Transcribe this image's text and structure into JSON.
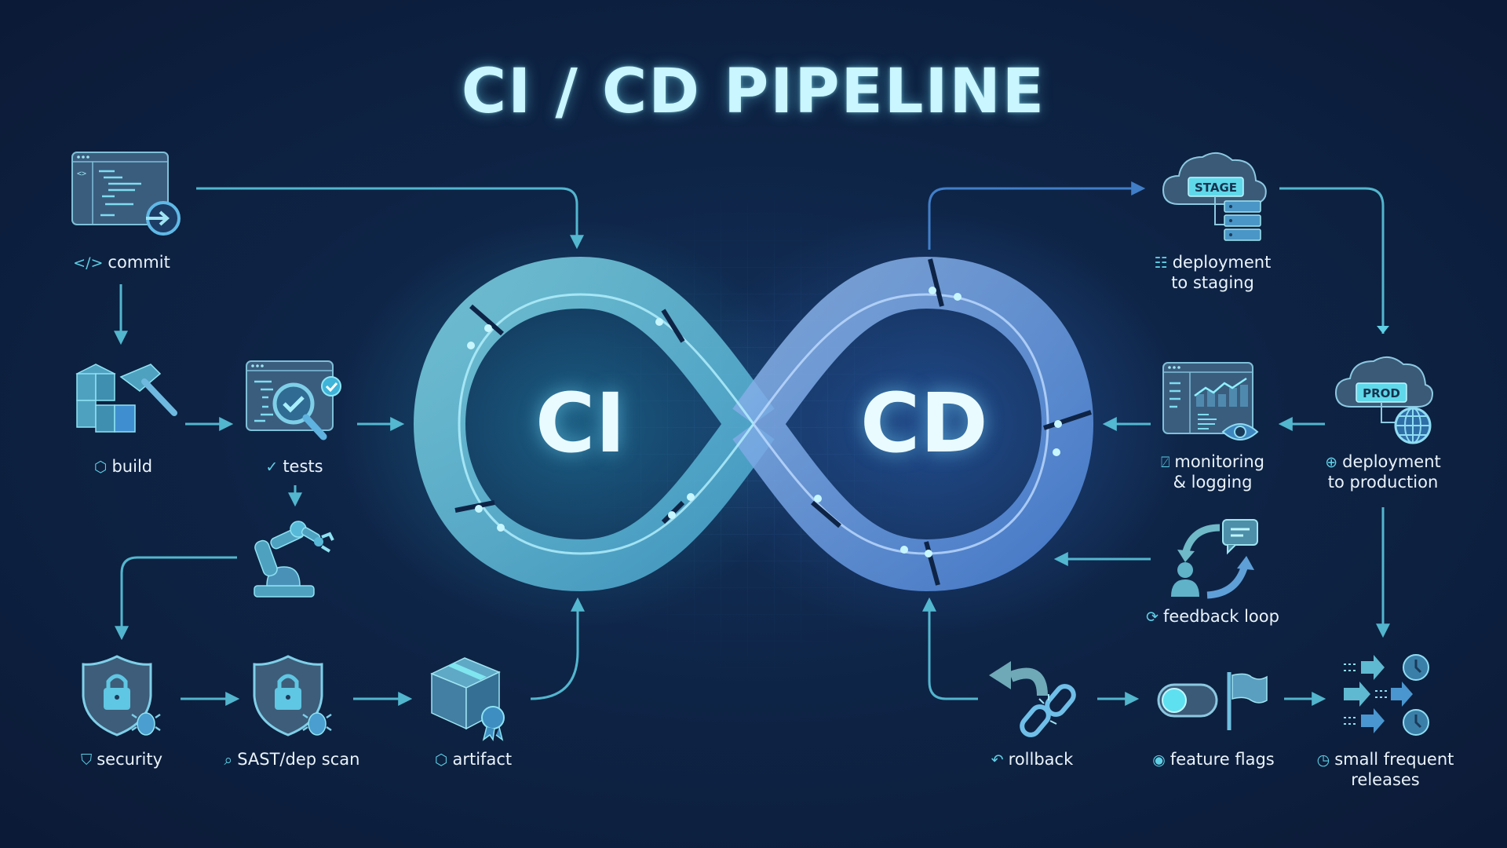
{
  "title": "CI / CD PIPELINE",
  "center": {
    "left_label": "CI",
    "right_label": "CD"
  },
  "colors": {
    "background": "#0e2446",
    "accent_cyan": "#5fd0e6",
    "accent_blue": "#4a8fe0",
    "text": "#eaf3fa",
    "title": "#c9f6ff"
  },
  "ci_stages": [
    {
      "id": "commit",
      "label": "commit",
      "glyph": "</>",
      "icon": "code-editor-icon"
    },
    {
      "id": "build",
      "label": "build",
      "glyph": "⬡",
      "icon": "blocks-hammer-icon"
    },
    {
      "id": "tests",
      "label": "tests",
      "glyph": "✓",
      "icon": "magnifier-check-icon"
    },
    {
      "id": "automation",
      "label": "",
      "glyph": "",
      "icon": "robot-arm-icon"
    },
    {
      "id": "security",
      "label": "security",
      "glyph": "⛉",
      "icon": "shield-bug-icon"
    },
    {
      "id": "sast",
      "label": "SAST/dep scan",
      "glyph": "⌕",
      "icon": "shield-lock-bug-icon"
    },
    {
      "id": "artifact",
      "label": "artifact",
      "glyph": "⬡",
      "icon": "package-badge-icon"
    }
  ],
  "cd_stages": [
    {
      "id": "staging",
      "label_line1": "deployment",
      "label_line2": "to staging",
      "glyph": "☷",
      "badge": "STAGE",
      "icon": "cloud-server-icon"
    },
    {
      "id": "production",
      "label_line1": "deployment",
      "label_line2": "to production",
      "glyph": "⊕",
      "badge": "PROD",
      "icon": "cloud-globe-icon"
    },
    {
      "id": "monitoring",
      "label_line1": "monitoring",
      "label_line2": "& logging",
      "glyph": "⍁",
      "icon": "dashboard-eye-icon"
    },
    {
      "id": "feedback",
      "label": "feedback loop",
      "glyph": "⟳",
      "icon": "user-feedback-cycle-icon"
    },
    {
      "id": "rollback",
      "label": "rollback",
      "glyph": "↶",
      "icon": "undo-broken-link-icon"
    },
    {
      "id": "feature_flags",
      "label": "feature flags",
      "glyph": "◉",
      "icon": "toggle-flag-icon"
    },
    {
      "id": "releases",
      "label_line1": "small frequent",
      "label_line2": "releases",
      "glyph": "◷",
      "icon": "arrows-clock-icon"
    }
  ]
}
